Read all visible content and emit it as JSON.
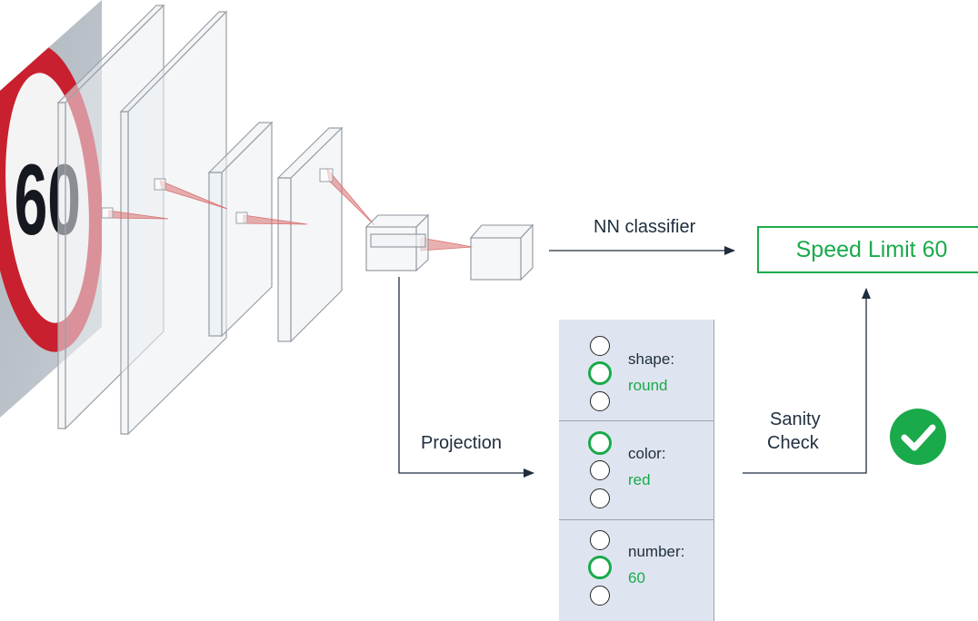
{
  "labels": {
    "nn_classifier": "NN classifier",
    "projection": "Projection",
    "sanity_check_line1": "Sanity",
    "sanity_check_line2": "Check"
  },
  "result": {
    "text": "Speed Limit 60"
  },
  "sign": {
    "number": "60"
  },
  "attributes": [
    {
      "name": "shape:",
      "value": "round",
      "selected_index": 1
    },
    {
      "name": "color:",
      "value": "red",
      "selected_index": 0
    },
    {
      "name": "number:",
      "value": "60",
      "selected_index": 1
    }
  ],
  "colors": {
    "accent_green": "#1aaa4b",
    "text_dark": "#1f2d3d",
    "panel_bg": "#dfe5f0",
    "arrow": "#1f2d3d",
    "filter_red": "#d9706f",
    "sign_red": "#c8202e"
  },
  "icons": {
    "check": "check-circle-icon"
  }
}
